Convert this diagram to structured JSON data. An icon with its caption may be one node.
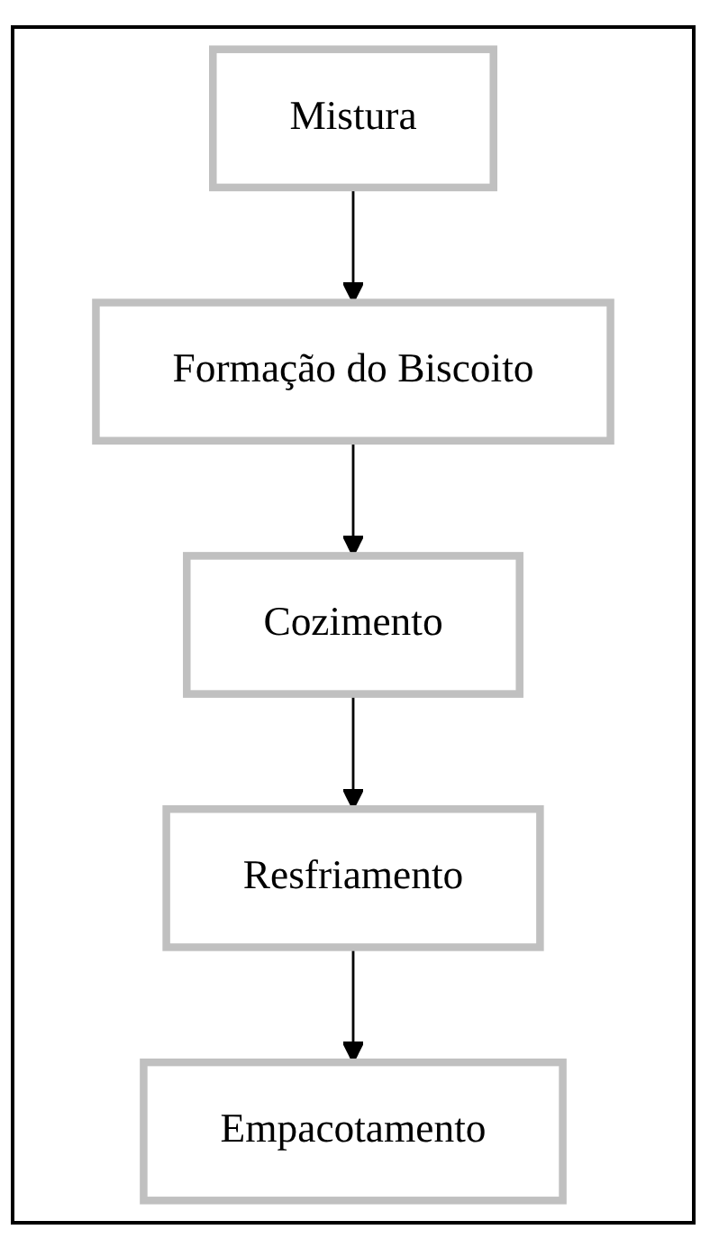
{
  "diagram": {
    "nodes": [
      {
        "text": [
          "Mistura"
        ]
      },
      {
        "text": [
          "Formação do Biscoito"
        ]
      },
      {
        "text": [
          "Cozimento"
        ]
      },
      {
        "text": [
          "Resfriamento"
        ]
      },
      {
        "text": [
          "Empacotamento"
        ]
      }
    ],
    "edges": [
      {
        "from": 0,
        "to": 1,
        "arrow": "to"
      },
      {
        "from": 1,
        "to": 2,
        "arrow": "to"
      },
      {
        "from": 2,
        "to": 3,
        "arrow": "to"
      },
      {
        "from": 3,
        "to": 4,
        "arrow": "to"
      }
    ]
  }
}
